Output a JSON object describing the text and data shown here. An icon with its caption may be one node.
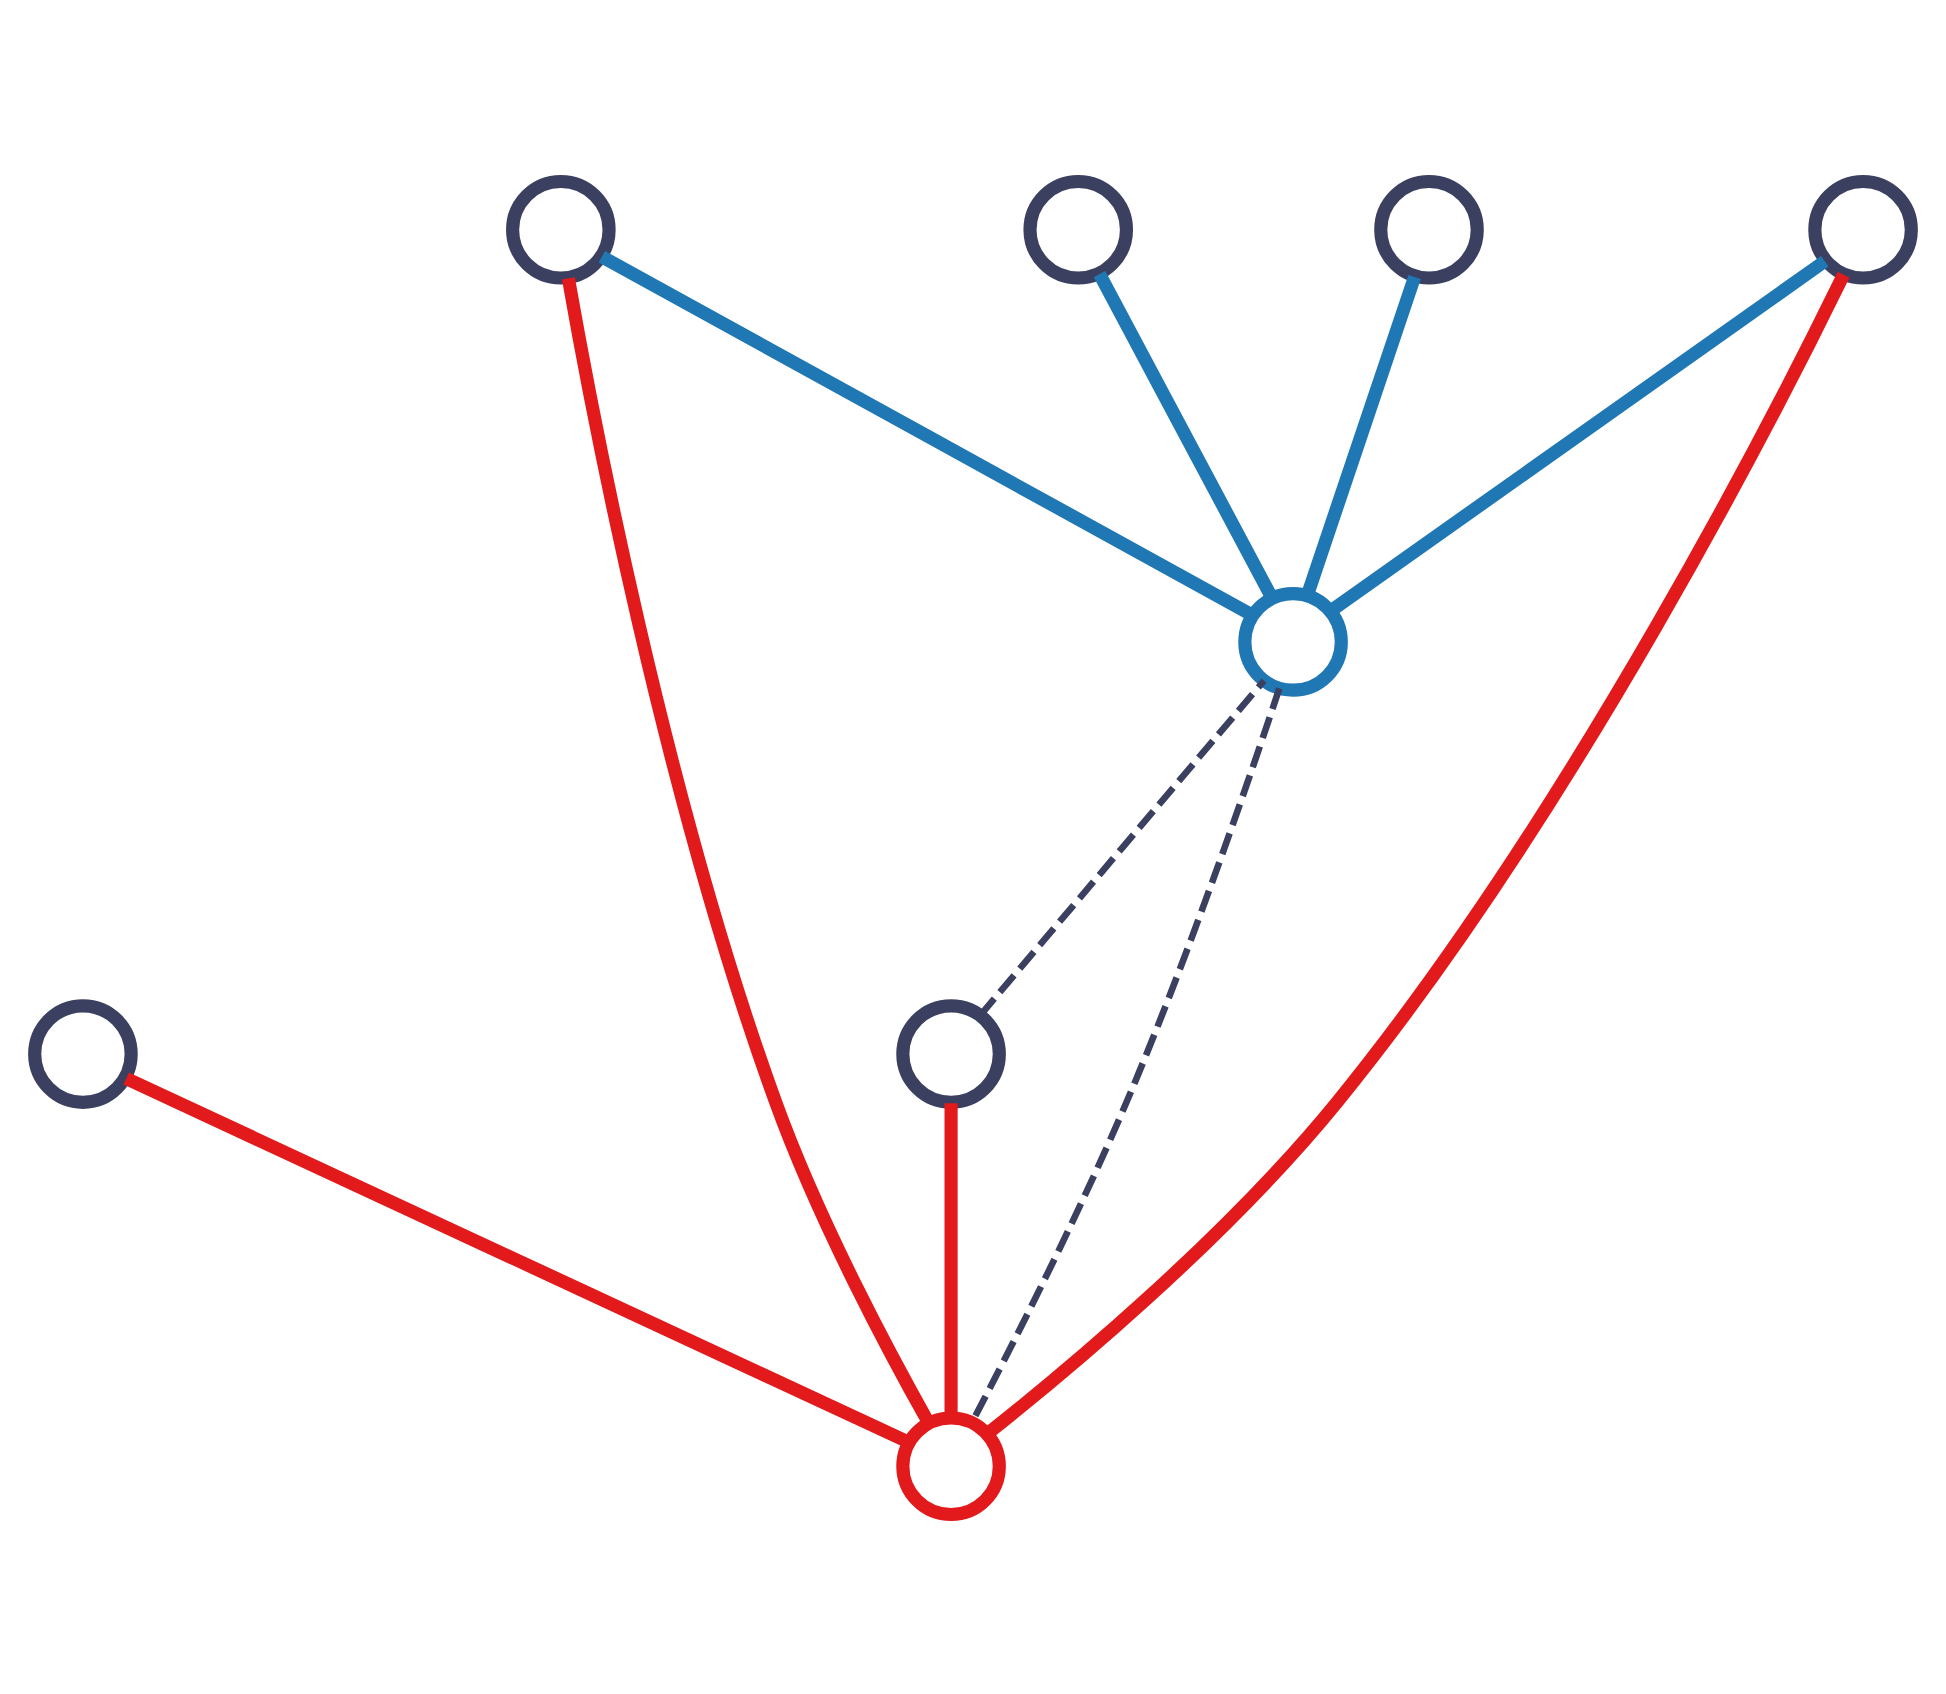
{
  "diagram": {
    "nodes": [
      {
        "text": [],
        "shape": "circle"
      },
      {
        "text": [],
        "shape": "circle"
      },
      {
        "text": [],
        "shape": "circle"
      },
      {
        "text": [],
        "shape": "circle"
      },
      {
        "text": [],
        "shape": "circle"
      },
      {
        "text": [],
        "shape": "circle"
      },
      {
        "text": [],
        "shape": "circle"
      },
      {
        "text": [],
        "shape": "circle"
      }
    ],
    "edges": [
      {
        "from": 7,
        "to": 0,
        "arrow": "none",
        "color": "#e31a1c"
      },
      {
        "from": 7,
        "to": 1,
        "arrow": "none",
        "color": "#e31a1c"
      },
      {
        "from": 7,
        "to": 2,
        "arrow": "none",
        "color": "#e31a1c"
      },
      {
        "from": 7,
        "to": 4,
        "arrow": "none",
        "color": "#e31a1c"
      },
      {
        "from": 5,
        "to": 1,
        "arrow": "none",
        "color": "#1f77b4"
      },
      {
        "from": 5,
        "to": 2,
        "arrow": "none",
        "color": "#1f77b4"
      },
      {
        "from": 5,
        "to": 3,
        "arrow": "none",
        "color": "#1f77b4"
      },
      {
        "from": 5,
        "to": 6,
        "arrow": "none",
        "color": "#1f77b4"
      },
      {
        "from": 4,
        "to": 5,
        "arrow": "none",
        "style": "dashed",
        "color": "#3b4060"
      },
      {
        "from": 5,
        "to": 7,
        "arrow": "none",
        "style": "dashed",
        "color": "#3b4060"
      }
    ]
  }
}
